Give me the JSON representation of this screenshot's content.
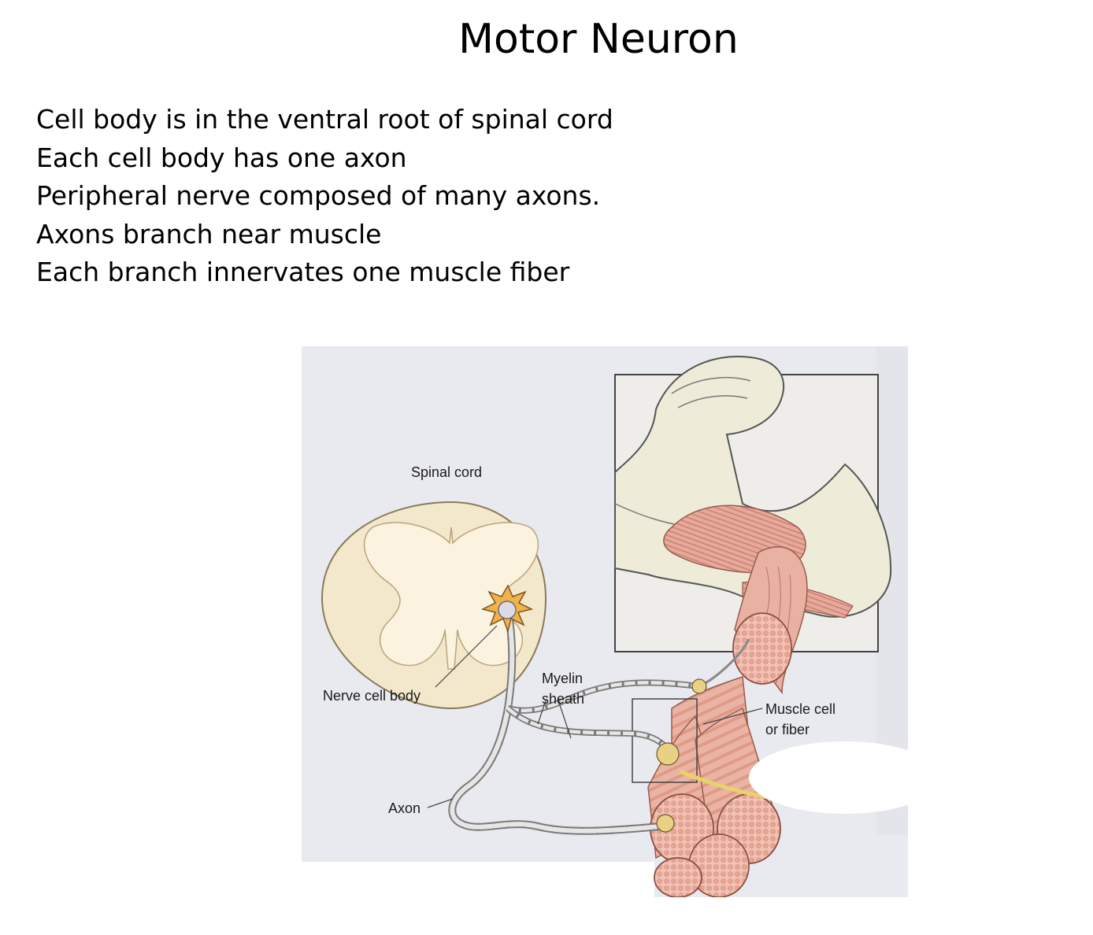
{
  "title": "Motor Neuron",
  "bullets": [
    "Cell body is in the ventral root of spinal cord",
    "Each cell body has one axon",
    "Peripheral nerve composed of many axons.",
    "Axons branch near muscle",
    "Each branch innervates one muscle fiber"
  ],
  "figure": {
    "labels": {
      "spinal_cord": "Spinal cord",
      "nerve_cell_body": "Nerve cell body",
      "myelin_line1": "Myelin",
      "myelin_line2": "sheath",
      "muscle_line1": "Muscle cell",
      "muscle_line2": "or fiber",
      "axon": "Axon"
    },
    "colors": {
      "page_background": "#e9eaef",
      "gray_matter": "#fbf3df",
      "white_matter": "#f3e8cc",
      "neuron": "#f0b24a",
      "muscle": "#e9a99a",
      "skin": "#eeecd8"
    }
  }
}
